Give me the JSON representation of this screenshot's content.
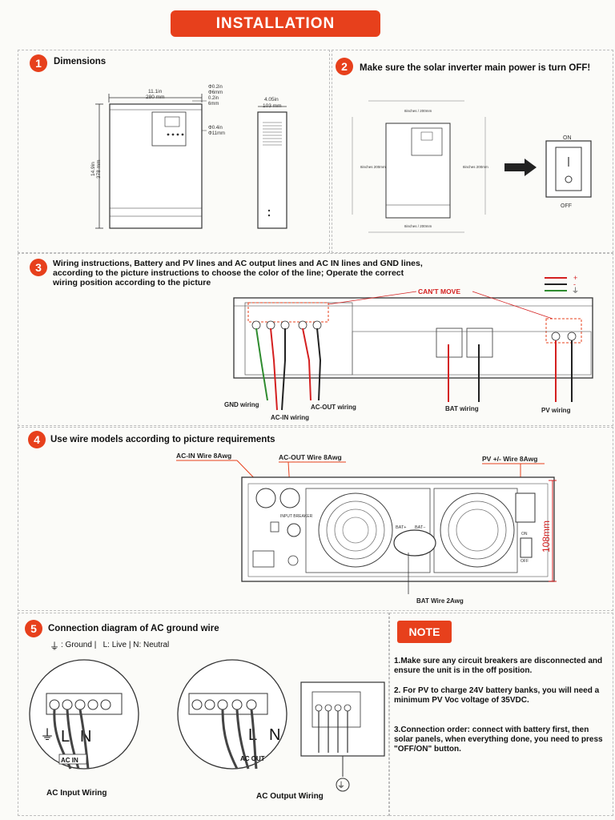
{
  "title": "INSTALLATION",
  "sections": {
    "s1": {
      "num": "1",
      "title": "Dimensions",
      "dims": {
        "width_in": "11.1in",
        "width_mm": "280 mm",
        "height_in": "14.9in",
        "height_mm": "378 mm",
        "depth_in": "4.05in",
        "depth_mm": "103 mm",
        "hole1": "Φ0.2in",
        "hole2": "Φ6mm",
        "hole3": "0.2in",
        "hole4": "6mm",
        "hole5": "Φ0.4in",
        "hole6": "Φ11mm"
      }
    },
    "s2": {
      "num": "2",
      "title": "Make sure the solar inverter main power is turn OFF!",
      "clear_top": "8inches / 200mm",
      "clear_bottom": "8inches / 200mm",
      "clear_left": "8inches 200mm",
      "clear_right": "8inches 200mm",
      "on": "ON",
      "off": "OFF"
    },
    "s3": {
      "num": "3",
      "title_l1": "Wiring instructions, Battery and PV lines and AC output lines and AC IN lines and GND lines,",
      "title_l2": "according to the picture instructions to choose the color of the line; Operate the correct",
      "title_l3": "wiring position according to the picture",
      "cant_move": "CAN'T MOVE",
      "plus": "+",
      "minus": "-",
      "gnd": "GND wiring",
      "acin": "AC-IN wiring",
      "acout": "AC-OUT wiring",
      "bat": "BAT wiring",
      "pv": "PV wiring"
    },
    "s4": {
      "num": "4",
      "title": "Use wire models according to picture requirements",
      "acin_wire": "AC-IN Wire 8Awg",
      "acout_wire": "AC-OUT Wire 8Awg",
      "pv_wire": "PV +/- Wire 8Awg",
      "bat_wire": "BAT Wire 2Awg",
      "height": "108mm",
      "input_breaker": "INPUT BREAKER",
      "bat_plus": "BAT+",
      "bat_minus": "BAT−",
      "on": "ON",
      "off": "OFF"
    },
    "s5": {
      "num": "5",
      "title": "Connection diagram of AC ground wire",
      "legend": ": Ground |   L: Live | N: Neutral",
      "ac_in": "AC IN",
      "ac_out": "AC OUT",
      "L": "L",
      "N": "N",
      "caption_in": "AC Input Wiring",
      "caption_out": "AC Output Wiring"
    },
    "note": {
      "label": "NOTE",
      "n1": "1.Make sure any circuit breakers are disconnected and ensure the unit is in the off position.",
      "n2": "2. For PV to charge 24V battery banks, you will need a minimum PV Voc voltage of 35VDC.",
      "n3": "3.Connection order: connect with battery first, then solar panels, when everything done, you need to press \"OFF/ON\" button."
    }
  },
  "colors": {
    "accent": "#e7401c",
    "red_wire": "#d42020",
    "black_wire": "#222222",
    "green_wire": "#2e8b2e"
  }
}
